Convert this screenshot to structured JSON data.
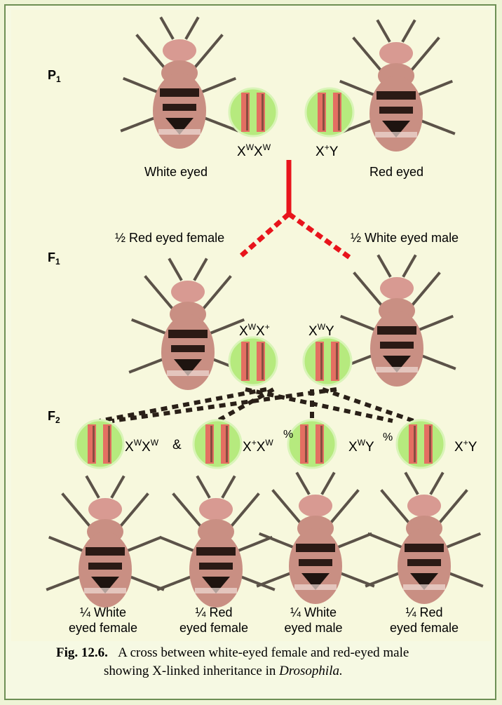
{
  "generations": {
    "p1_letter": "P",
    "p1_sub": "1",
    "f1_letter": "F",
    "f1_sub": "1",
    "f2_letter": "F",
    "f2_sub": "2"
  },
  "p1": {
    "female_label": "White eyed",
    "male_label": "Red eyed",
    "female_genotype": {
      "a": "X",
      "a_sup": "W",
      "b": "X",
      "b_sup": "W"
    },
    "male_genotype": {
      "a": "X",
      "a_sup": "+",
      "b": "Y"
    }
  },
  "f1": {
    "female_label": "½ Red eyed female",
    "male_label": "½ White eyed male",
    "female_genotype": {
      "a": "X",
      "a_sup": "W",
      "b": "X",
      "b_sup": "+"
    },
    "male_genotype": {
      "a": "X",
      "a_sup": "W",
      "b": "Y"
    }
  },
  "f2": {
    "g1": {
      "a": "X",
      "a_sup": "W",
      "b": "X",
      "b_sup": "W"
    },
    "g2": {
      "a": "X",
      "a_sup": "+",
      "b": "X",
      "b_sup": "W"
    },
    "g3": {
      "a": "X",
      "a_sup": "W",
      "b": "Y"
    },
    "g4": {
      "a": "X",
      "a_sup": "+",
      "b": "Y"
    },
    "sym_female": "&",
    "sym_male_1": "%",
    "sym_male_2": "%",
    "labels": [
      {
        "l1": "¼  White",
        "l2": "eyed female"
      },
      {
        "l1": "¼ Red",
        "l2": "eyed female"
      },
      {
        "l1": "¼ White",
        "l2": "eyed male"
      },
      {
        "l1": "¼ Red",
        "l2": "eyed female"
      }
    ]
  },
  "caption": {
    "fig": "Fig. 12.6.",
    "line1": "A cross between white-eyed female and red-eyed male",
    "line2a": "showing X-linked inheritance in ",
    "line2b": "Drosophila."
  },
  "colors": {
    "cross_line": "#e8141c",
    "chrom_green": "#b6ea7e",
    "chrom_red": "#e46f62",
    "fly_body": "#c98f83"
  }
}
